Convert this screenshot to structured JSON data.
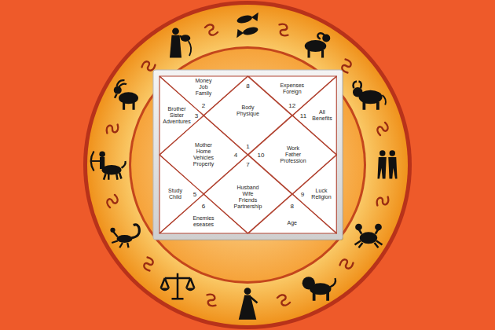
{
  "diagram": {
    "nodes": [
      {
        "text": [
          "Money Job Family",
          "2"
        ]
      },
      {
        "text": [
          "Body Physique",
          "1"
        ]
      },
      {
        "text": [
          "Expenses Foreign",
          "12"
        ]
      },
      {
        "text": [
          "Brother Sister Adventures",
          "3"
        ]
      },
      {
        "text": [
          "All Benefits",
          "11"
        ]
      },
      {
        "text": [
          "Mother Home Vehicles Property",
          "4"
        ]
      },
      {
        "text": [
          "Work Father Profession",
          "10"
        ]
      },
      {
        "text": [
          "Study Child",
          "5"
        ]
      },
      {
        "text": [
          "Husband Wife Friends Partnership",
          "7"
        ]
      },
      {
        "text": [
          "Luck Religion",
          "9"
        ]
      },
      {
        "text": [
          "Enemies eseases",
          "6"
        ]
      },
      {
        "text": [
          "Age",
          "8"
        ]
      }
    ],
    "labels": [
      "8"
    ]
  }
}
